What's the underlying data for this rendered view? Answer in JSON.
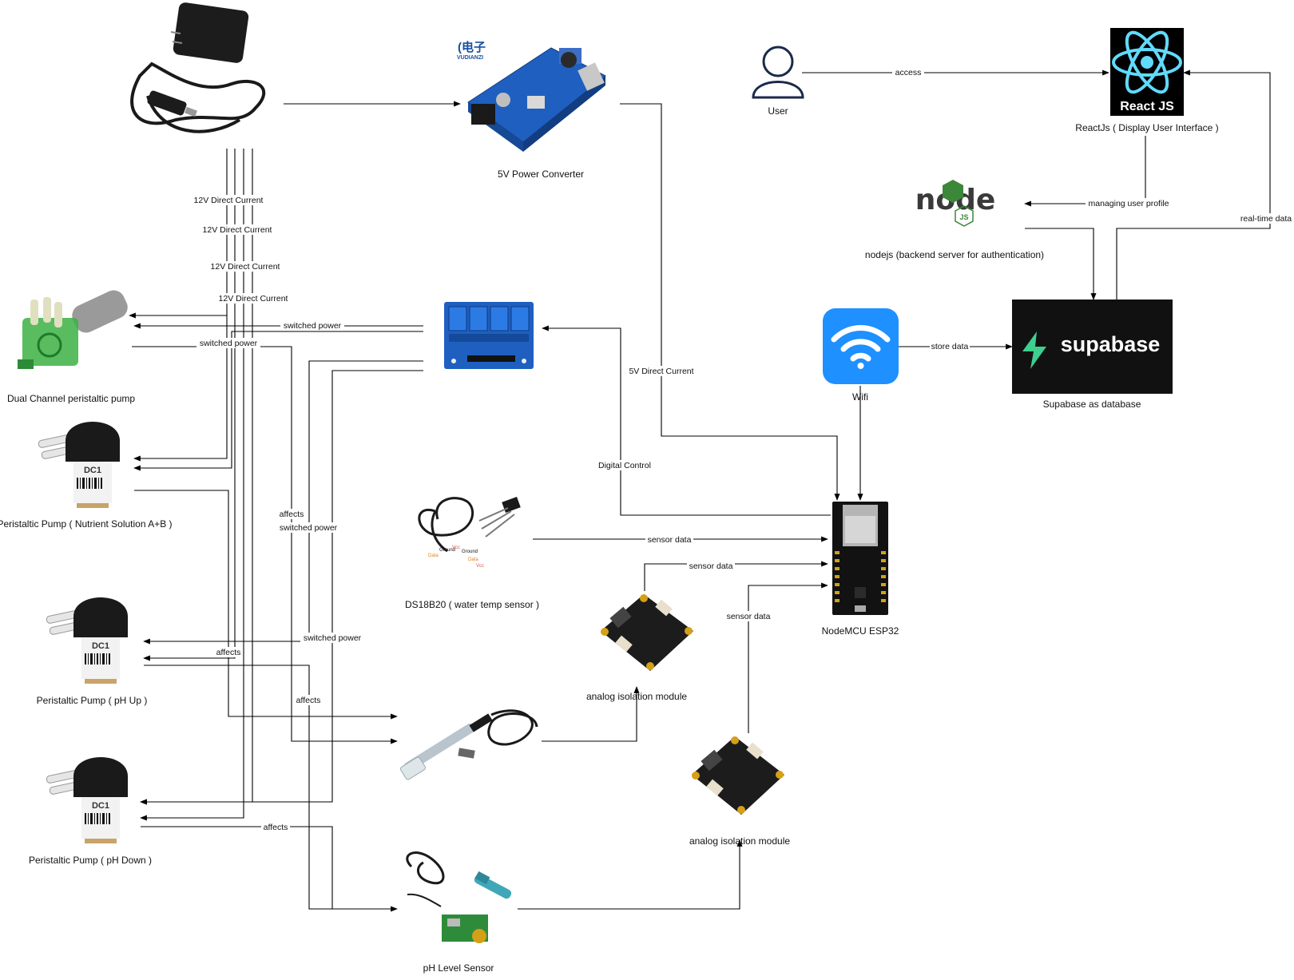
{
  "nodes": {
    "adapter": {
      "label": ""
    },
    "converter": {
      "label": "5V Power Converter",
      "brand": "VUDIANZI",
      "brand_cn": "(电子"
    },
    "relay": {
      "label": ""
    },
    "user": {
      "label": "User"
    },
    "react": {
      "label": "ReactJs ( Display User Interface )",
      "logo_text": "React JS"
    },
    "node": {
      "label": "nodejs (backend server for authentication)",
      "logo_text": "node",
      "logo_sub": "JS"
    },
    "wifi": {
      "label": "Wifi"
    },
    "supabase": {
      "label": "Supabase as database",
      "logo_text": "supabase"
    },
    "esp32": {
      "label": "NodeMCU ESP32"
    },
    "dual_pump": {
      "label": "Dual Channel peristaltic pump"
    },
    "pump_nutrient": {
      "label": "Peristaltic Pump ( Nutrient Solution A+B )",
      "tag": "DC1"
    },
    "pump_ph_up": {
      "label": "Peristaltic Pump ( pH Up )",
      "tag": "DC1"
    },
    "pump_ph_down": {
      "label": "Peristaltic Pump  ( pH Down )",
      "tag": "DC1"
    },
    "ds18b20": {
      "label": "DS18B20 ( water temp sensor )",
      "pins": [
        "Vcc",
        "Ground",
        "Data",
        "Ground",
        "Data",
        "Vcc"
      ]
    },
    "iso1": {
      "label": "analog isolation module"
    },
    "iso2": {
      "label": "analog isolation module"
    },
    "ec_probe": {
      "label": ""
    },
    "ph_sensor": {
      "label": "pH Level Sensor"
    }
  },
  "edges": {
    "dc12_1": "12V Direct Current",
    "dc12_2": "12V Direct Current",
    "dc12_3": "12V Direct Current",
    "dc12_4": "12V Direct Current",
    "sw_1": "switched power",
    "sw_2": "switched power",
    "sw_3": "switched power",
    "sw_4": "switched power",
    "dc5": "5V Direct Current",
    "digital": "Digital Control",
    "access": "access",
    "managing": "managing user profile",
    "realtime": "real-time data",
    "store": "store data",
    "sensor_1": "sensor data",
    "sensor_2": "sensor data",
    "sensor_3": "sensor data",
    "affects_1": "affects",
    "affects_2": "affects",
    "affects_3": "affects",
    "affects_4": "affects"
  },
  "colors": {
    "line": "#000000",
    "react_bg": "#000000",
    "react_cyan": "#61dafb",
    "supabase_bg": "#111111",
    "supabase_green": "#3ecf8e",
    "wifi_blue": "#1e90ff",
    "board_blue": "#1f5fbf",
    "pump_green": "#3cb043",
    "node_green": "#3c873a"
  },
  "icons": {
    "user": "user-outline-icon",
    "wifi": "wifi-icon",
    "react": "react-atom-icon",
    "supabase": "supabase-bolt-icon",
    "node": "nodejs-hexagon-icon"
  }
}
